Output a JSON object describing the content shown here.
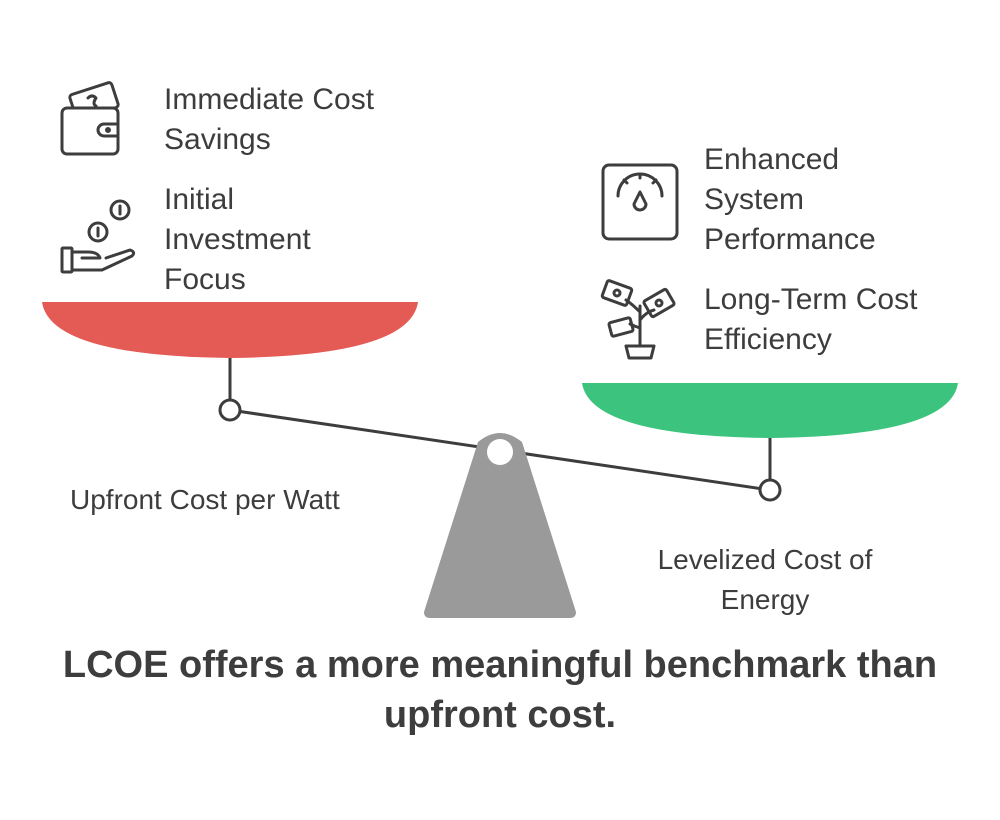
{
  "left_pan": {
    "items": [
      {
        "icon": "wallet-money-icon",
        "text": "Immediate Cost\nSavings"
      },
      {
        "icon": "hand-coins-icon",
        "text": "Initial\nInvestment\nFocus"
      }
    ],
    "caption": "Upfront Cost per Watt",
    "color": "#e45a55"
  },
  "right_pan": {
    "items": [
      {
        "icon": "gauge-icon",
        "text": "Enhanced\nSystem\nPerformance"
      },
      {
        "icon": "money-plant-icon",
        "text": "Long-Term Cost\nEfficiency"
      }
    ],
    "caption": "Levelized Cost of\nEnergy",
    "color": "#3cc47e"
  },
  "fulcrum_color": "#9a9a9a",
  "conclusion": "LCOE offers a more meaningful benchmark than\nupfront cost."
}
